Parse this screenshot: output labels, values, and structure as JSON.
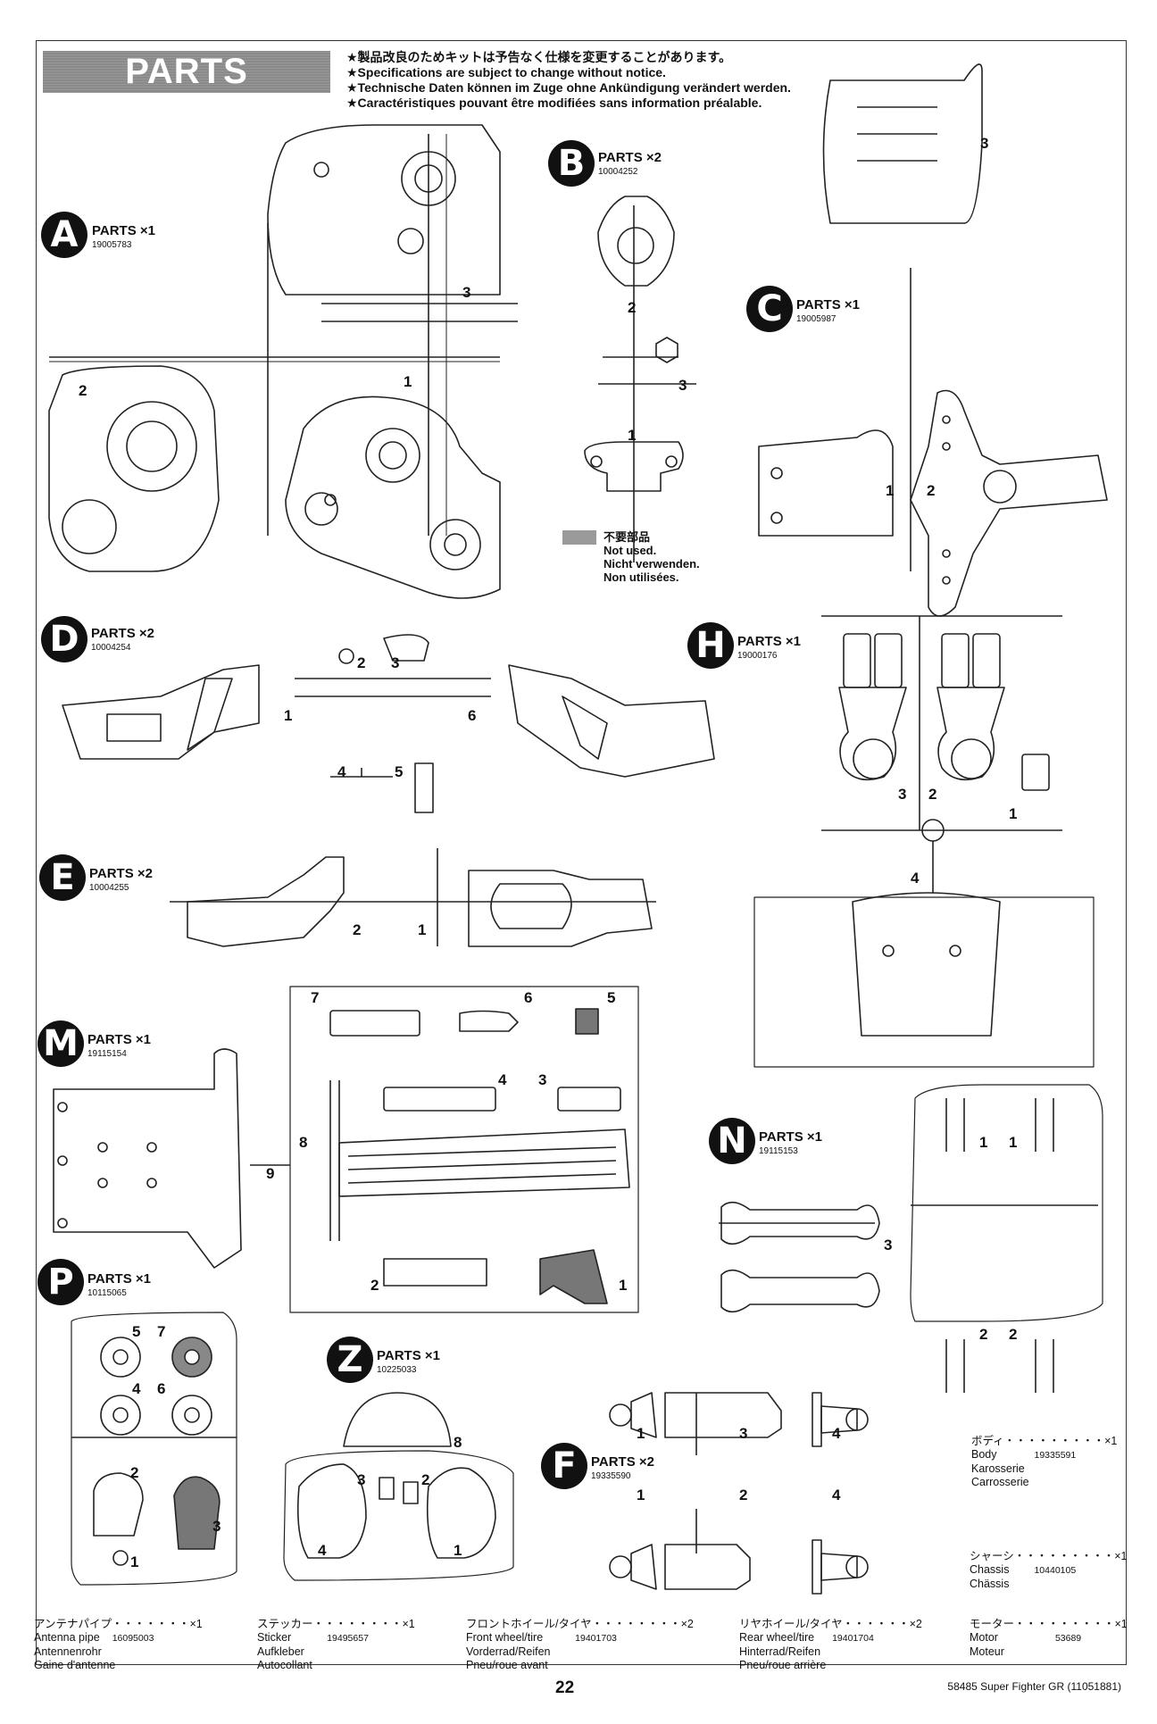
{
  "header": {
    "banner": "PARTS",
    "notices": [
      "★製品改良のためキットは予告なく仕様を変更することがあります。",
      "★Specifications are subject to change without notice.",
      "★Technische Daten können im Zuge ohne Ankündigung verändert werden.",
      "★Caractéristiques pouvant être modifiées sans information préalable."
    ]
  },
  "trees": {
    "A": {
      "letter": "A",
      "label": "PARTS ×1",
      "code": "19005783"
    },
    "B": {
      "letter": "B",
      "label": "PARTS ×2",
      "code": "10004252"
    },
    "C": {
      "letter": "C",
      "label": "PARTS ×1",
      "code": "19005987"
    },
    "D": {
      "letter": "D",
      "label": "PARTS ×2",
      "code": "10004254"
    },
    "E": {
      "letter": "E",
      "label": "PARTS ×2",
      "code": "10004255"
    },
    "H": {
      "letter": "H",
      "label": "PARTS ×1",
      "code": "19000176"
    },
    "M": {
      "letter": "M",
      "label": "PARTS ×1",
      "code": "19115154"
    },
    "N": {
      "letter": "N",
      "label": "PARTS ×1",
      "code": "19115153"
    },
    "P": {
      "letter": "P",
      "label": "PARTS ×1",
      "code": "10115065"
    },
    "Z": {
      "letter": "Z",
      "label": "PARTS ×1",
      "code": "10225033"
    },
    "F": {
      "letter": "F",
      "label": "PARTS ×2",
      "code": "19335590"
    }
  },
  "part_numbers": {
    "A": [
      "3",
      "2",
      "1"
    ],
    "B": [
      "2",
      "3",
      "1"
    ],
    "C": [
      "3",
      "1",
      "2"
    ],
    "D": [
      "2",
      "3",
      "1",
      "6",
      "4",
      "5"
    ],
    "E": [
      "2",
      "1"
    ],
    "H": [
      "3",
      "2",
      "1",
      "4"
    ],
    "M": [
      "7",
      "6",
      "5",
      "4",
      "3",
      "8",
      "9",
      "2",
      "1"
    ],
    "N": [
      "1",
      "1",
      "3",
      "2",
      "2"
    ],
    "P": [
      "5",
      "7",
      "4",
      "6",
      "2",
      "3",
      "1"
    ],
    "Z": [
      "8",
      "3",
      "2",
      "4",
      "1"
    ],
    "F": [
      "1",
      "3",
      "4",
      "1",
      "2",
      "4"
    ]
  },
  "legend": {
    "lines": [
      "不要部品",
      "Not used.",
      "Nicht verwenden.",
      "Non utilisées."
    ]
  },
  "spares_right": [
    {
      "title": "ボディ・・・・・・・・・×1",
      "lines": [
        "Body",
        "Karosserie",
        "Carrosserie"
      ],
      "code": "19335591"
    },
    {
      "title": "シャーシ・・・・・・・・・×1",
      "lines": [
        "Chassis",
        "Chässis"
      ],
      "code": "10440105"
    }
  ],
  "spares_bottom": [
    {
      "title": "アンテナパイプ・・・・・・・×1",
      "lines": [
        "Antenna pipe",
        "Antennenrohr",
        "Gaine d'antenne"
      ],
      "code": "16095003"
    },
    {
      "title": "ステッカー・・・・・・・・×1",
      "lines": [
        "Sticker",
        "Aufkleber",
        "Autocollant"
      ],
      "code": "19495657"
    },
    {
      "title": "フロントホイール/タイヤ・・・・・・・・×2",
      "lines": [
        "Front wheel/tire",
        "Vorderrad/Reifen",
        "Pneu/roue avant"
      ],
      "code": "19401703"
    },
    {
      "title": "リヤホイール/タイヤ・・・・・・×2",
      "lines": [
        "Rear wheel/tire",
        "Hinterrad/Reifen",
        "Pneu/roue arrière"
      ],
      "code": "19401704"
    },
    {
      "title": "モーター・・・・・・・・・×1",
      "lines": [
        "Motor",
        "Moteur"
      ],
      "code": "53689"
    }
  ],
  "footer": {
    "page": "22",
    "code": "58485 Super Fighter GR (11051881)"
  }
}
